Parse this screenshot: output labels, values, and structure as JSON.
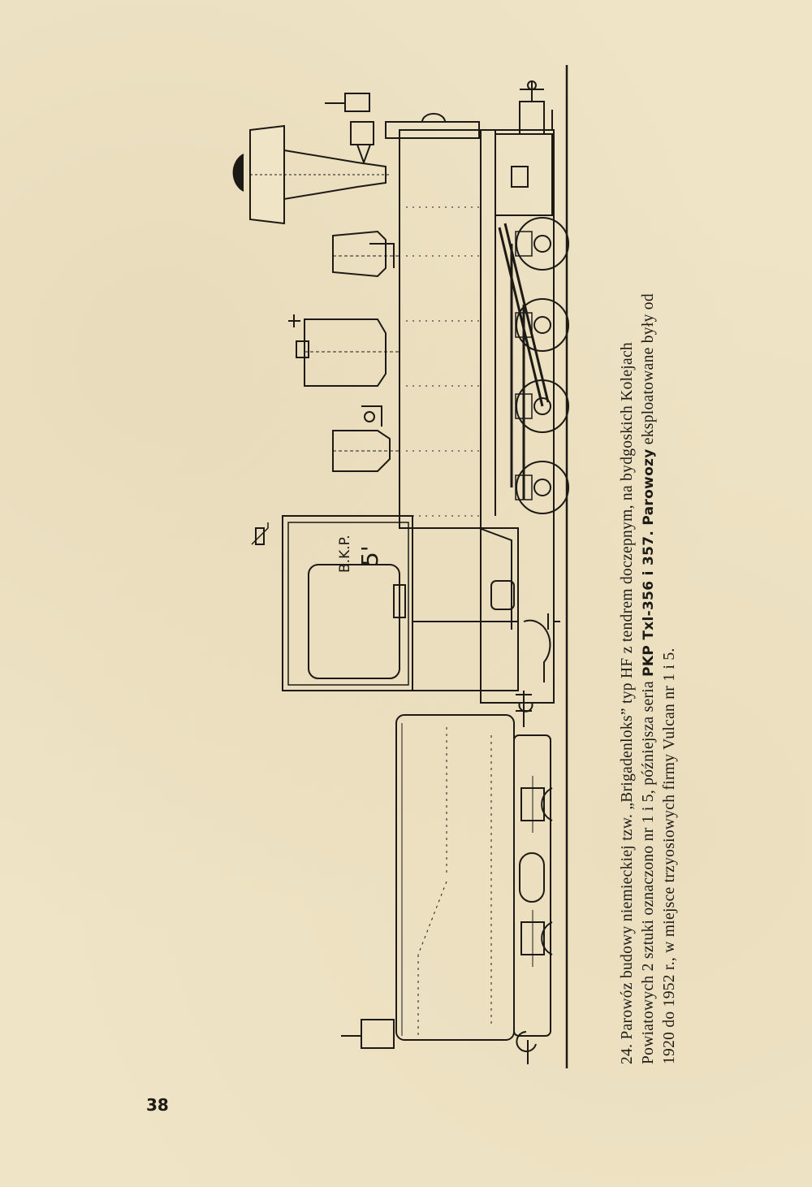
{
  "page": {
    "number": "38"
  },
  "caption": {
    "line1": "24. Parowóz budowy niemieckiej tzw. „Brigadenloks” typ HF z tendrem doczepnym, na bydgoskich Kolejach",
    "line2a": "Powiatowych 2 sztuki oznaczono nr 1 i 5, późniejsza seria ",
    "line2b": "PKP Txl-356 i 357. Parowozy",
    "line2c": " eksploatowane były od",
    "line3": "1920 do 1952 r., w miejsce trzyosiowych firmy Vulcan nr 1 i 5."
  },
  "drawing": {
    "cab_text": "B.K.P.",
    "cab_number": "5'"
  },
  "colors": {
    "paper": "#efe4c6",
    "ink": "#1d1a16"
  }
}
